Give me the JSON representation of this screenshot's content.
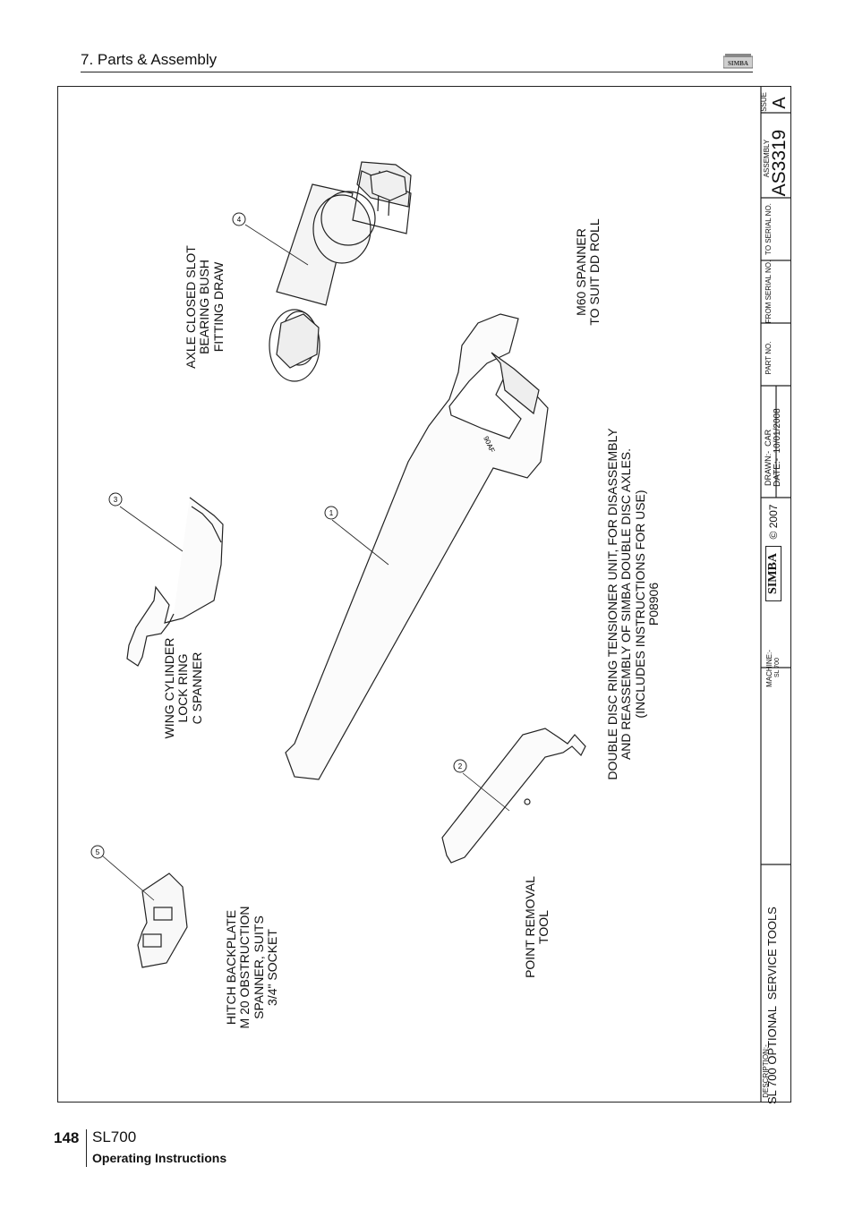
{
  "header": {
    "section": "7. Parts & Assembly",
    "logo_text": "SIMBA"
  },
  "callouts": {
    "axle": "AXLE CLOSED SLOT\nBEARING BUSH\nFITTING DRAW",
    "m60": "M60 SPANNER\nTO SUIT DD ROLL",
    "wing": "WING CYLINDER\nLOCK RING\nC SPANNER",
    "hitch": "HITCH BACKPLATE\nM 20 OBSTRUCTION\nSPANNER, SUITS\n3/4\" SOCKET",
    "point": "POINT REMOVAL\nTOOL",
    "main": "DOUBLE DISC RING TENSIONER UNIT, FOR DISASSEMBLY\nAND REASSEMBLY OF SIMBA DOUBLE DISC AXLES.\n(INCLUDES INSTRUCTIONS FOR USE)\nP08906",
    "wrench_mark": "90AF"
  },
  "balloons": [
    "1",
    "2",
    "3",
    "4",
    "5"
  ],
  "title_block": {
    "issue_label": "ISSUE",
    "issue": "A",
    "assembly_label": "ASSEMBLY",
    "assembly": "AS3319",
    "to_serial_label": "TO SERIAL NO.",
    "from_serial_label": "FROM SERIAL NO.",
    "part_no_label": "PART NO.",
    "drawn": "DRAWN:-  CAR",
    "date": "DATE:-  10/01/2008",
    "brand": "SIMBA",
    "copyright": "© 2007",
    "machine_label": "MACHINE:-",
    "machine": "SL 700",
    "description_label": "DESCRIPTION:-",
    "description": "SL 700 OPTIONAL  SERVICE TOOLS"
  },
  "footer": {
    "page": "148",
    "model": "SL700",
    "subtitle": "Operating Instructions"
  }
}
